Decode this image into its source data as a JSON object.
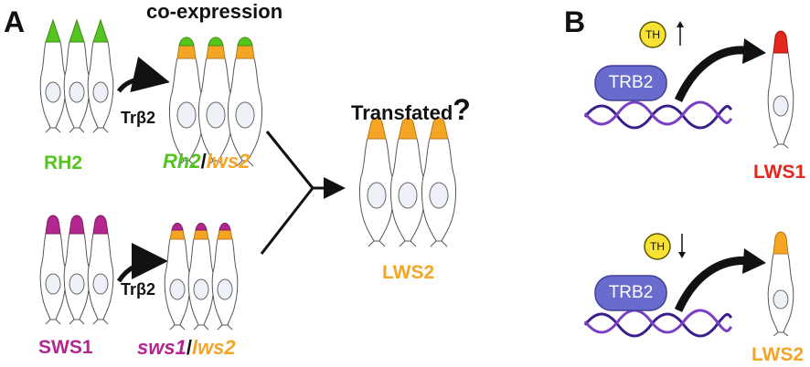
{
  "panels": {
    "a": "A",
    "b": "B"
  },
  "panel_a": {
    "coexpression_title": "co-expression",
    "transfated_label": "Transfated",
    "question_mark": "?",
    "arrow_label_top": "Trβ2",
    "arrow_label_bottom": "Trβ2",
    "rh2_label": "RH2",
    "sws1_label": "SWS1",
    "lws2_label": "LWS2",
    "rh2_lws2": {
      "part1": "Rh2",
      "slash": "/",
      "part2": "lws2"
    },
    "sws1_lws2": {
      "part1": "sws1",
      "slash": "/",
      "part2": "lws2"
    }
  },
  "panel_b": {
    "top": {
      "th_label": "TH",
      "trb2_label": "TRB2",
      "output_label": "LWS1",
      "th_trend": "up-arrow"
    },
    "bottom": {
      "th_label": "TH",
      "trb2_label": "TRB2",
      "output_label": "LWS2",
      "th_trend": "down-arrow"
    }
  },
  "colors": {
    "green": "#55c41f",
    "orange": "#f5a524",
    "magenta": "#b4268f",
    "red": "#e4261c",
    "trb2_fill": "#6a6ccd",
    "th_fill": "#f7e233",
    "dna_strand_1": "#3a1f8c",
    "dna_strand_2": "#7a3fc4"
  }
}
